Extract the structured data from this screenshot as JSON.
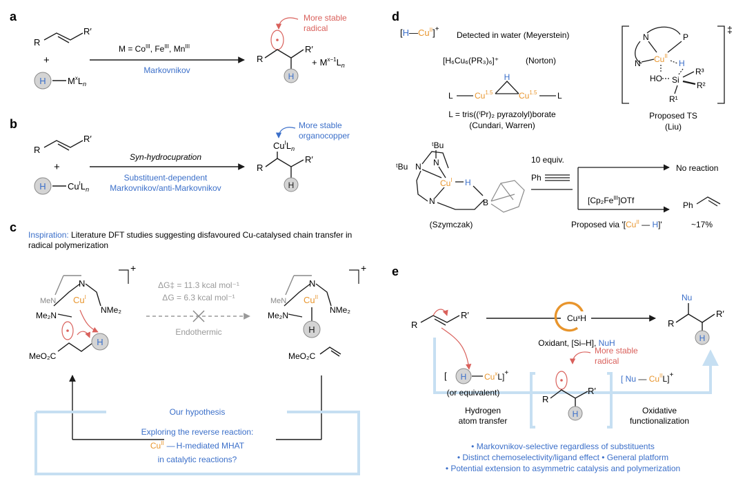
{
  "colors": {
    "text": "#1a1a1a",
    "blue": "#3b6fc9",
    "red": "#d9605b",
    "orange": "#e8952d",
    "grey": "#999999",
    "light_blue": "#c6dff2",
    "circle_fill": "#d4d4d4",
    "circle_stroke": "#8a8a8a"
  },
  "panels": {
    "a": {
      "letter": "a",
      "alkene_R": "R",
      "alkene_R2": "R′",
      "plus": "+",
      "h": "H",
      "reagent_metal": "M",
      "reagent_ox": "x",
      "reagent_L": "L",
      "reagent_n": "n",
      "cond_prefix": "M = Co",
      "cond_co_ox": "III",
      "cond_fe": ", Fe",
      "cond_fe_ox": "III",
      "cond_mn": ", Mn",
      "cond_mn_ox": "III",
      "arrow_label": "Markovnikov",
      "note_line1": "More stable",
      "note_line2": "radical",
      "prod_R": "R",
      "prod_R2": "R′",
      "prod_h": "H",
      "byproduct_plus": "+",
      "byproduct_M": "M",
      "byproduct_ox": "x−1",
      "byproduct_L": "L",
      "byproduct_n": "n"
    },
    "b": {
      "letter": "b",
      "alkene_R": "R",
      "alkene_R2": "R′",
      "plus": "+",
      "h": "H",
      "reagent_cu": "Cu",
      "reagent_ox": "I",
      "reagent_L": "L",
      "reagent_n": "n",
      "arrow_label": "Syn-hydrocupration",
      "arrow_sub1": "Substituent-dependent",
      "arrow_sub2": "Markovnikov/anti-Markovnikov",
      "note_line1": "More stable",
      "note_line2": "organocopper",
      "prod_cu": "Cu",
      "prod_cu_ox": "I",
      "prod_L": "L",
      "prod_n": "n",
      "prod_R": "R",
      "prod_R2": "R′",
      "prod_h": "H"
    },
    "c": {
      "letter": "c",
      "insp_label": "Inspiration:",
      "insp_text1": " Literature DFT studies suggesting disfavoured Cu-catalysed chain transfer in",
      "insp_text2": "radical polymerization",
      "left_cu": "Cu",
      "left_cu_ox": "I",
      "right_cu": "Cu",
      "right_cu_ox": "II",
      "n_label": "N",
      "me_label": "Me",
      "me2n": "Me₂N",
      "nme2": "NMe₂",
      "charge": "+",
      "dg_ts": "ΔG‡ = 11.3 kcal mol⁻¹",
      "dg": "ΔG = 6.3 kcal mol⁻¹",
      "endothermic": "Endothermic",
      "h": "H",
      "ester_left": "MeO₂C",
      "ester_right": "MeO₂C",
      "hyp_title": "Our hypothesis",
      "hyp_line1": "Exploring the reverse reaction:",
      "hyp_cu": "Cu",
      "hyp_cu_ox": "II",
      "hyp_line2_rest": "H-mediated MHAT",
      "hyp_line3": "in catalytic reactions?"
    },
    "d": {
      "letter": "d",
      "cuh_species": "[H—CuII]⁺",
      "cuh_h": "H",
      "cuh_cu": "Cu",
      "cuh_ox": "II",
      "detected": "Detected in water (Meyerstein)",
      "norton_formula": "[H₆Cu₆(PR₃)₆]⁺",
      "norton": "(Norton)",
      "l_left": "L",
      "cu15_left": "Cu",
      "cu15_ox": "1.5",
      "h_bridge": "H",
      "cu15_right": "Cu",
      "l_right": "L",
      "ligand_def": "L = tris((ⁱPr)₂ pyrazolyl)borate",
      "cundari": "(Cundari, Warren)",
      "ts_n1": "N",
      "ts_p": "P",
      "ts_n2": "N",
      "ts_cu": "Cu",
      "ts_cu_ox": "II",
      "ts_h": "H",
      "ts_ho": "HO",
      "ts_si": "Si",
      "ts_r3": "R³",
      "ts_r2": "R²",
      "ts_r1": "R¹",
      "ts_dagger": "‡",
      "ts_label": "Proposed TS",
      "ts_credit": "(Liu)",
      "tbu_top": "ᵗBu",
      "tbu_left": "ᵗBu",
      "szy_n1": "N",
      "szy_n2": "N",
      "szy_n3": "N",
      "szy_cu": "Cu",
      "szy_cu_ox": "I",
      "szy_h": "H",
      "szy_b": "B",
      "szymczak": "(Szymczak)",
      "equiv": "10 equiv.",
      "ph_alkyne": "Ph",
      "no_reaction": "No reaction",
      "oxidant": "[Cp₂FeIII]OTf",
      "proposed": "Proposed via '[CuII—H]'",
      "ph_styrene": "Ph",
      "yield": "~17%"
    },
    "e": {
      "letter": "e",
      "alkene_R": "R",
      "alkene_R2": "R′",
      "cat_label": "CuˣH",
      "conditions_pre": "Oxidant, [Si–H], ",
      "conditions_nu": "NuH",
      "prod_nu": "Nu",
      "prod_R": "R",
      "prod_R2": "R′",
      "prod_h": "H",
      "note_line1": "More stable",
      "note_line2": "radical",
      "complex_open": "[",
      "complex_h": "H",
      "complex_cu": "Cu",
      "complex_ox": "x",
      "complex_L": "L]",
      "complex_charge": "+",
      "or_equiv": "(or equivalent)",
      "hat_line1": "Hydrogen",
      "hat_line2": "atom transfer",
      "rad_R": "R",
      "rad_R2": "R′",
      "rad_h": "H",
      "nucu_open": "[ Nu",
      "nucu_cu": "Cu",
      "nucu_ox": "II",
      "nucu_L": "L]",
      "nucu_charge": "+",
      "oxfunc_line1": "Oxidative",
      "oxfunc_line2": "functionalization",
      "bullet1": "• Markovnikov-selective regardless of substituents",
      "bullet2": "• Distinct chemoselectivity/ligand effect • General platform",
      "bullet3": "• Potential extension to asymmetric catalysis and polymerization"
    }
  }
}
